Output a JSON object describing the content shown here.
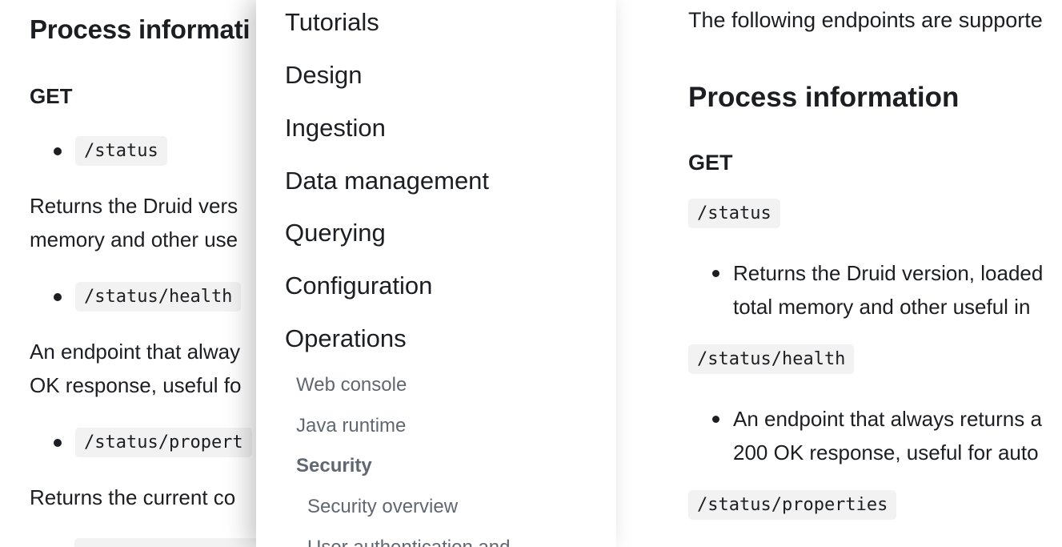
{
  "left_page": {
    "heading": "Process informati",
    "method": "GET",
    "endpoints": [
      {
        "code": "/status",
        "desc_line1": "Returns the Druid vers",
        "desc_line2": "memory and other use"
      },
      {
        "code": "/status/health",
        "desc_line1": "An endpoint that alway",
        "desc_line2": "OK response, useful fo"
      },
      {
        "code": "/status/propert",
        "desc_line1": "Returns the current co",
        "desc_line2": ""
      }
    ]
  },
  "sidebar": {
    "items": [
      {
        "label": "Tutorials",
        "icon": "chevron-right-icon"
      },
      {
        "label": "Design",
        "icon": "chevron-right-icon"
      },
      {
        "label": "Ingestion",
        "icon": "chevron-right-icon"
      },
      {
        "label": "Data management",
        "icon": "chevron-right-icon"
      },
      {
        "label": "Querying",
        "icon": "chevron-right-icon"
      },
      {
        "label": "Configuration",
        "icon": "chevron-right-icon"
      },
      {
        "label": "Operations",
        "icon": "chevron-down-icon"
      }
    ],
    "sub_items": [
      {
        "label": "Web console"
      },
      {
        "label": "Java runtime"
      },
      {
        "label": "Security"
      },
      {
        "label": "Security overview"
      },
      {
        "label": "User authentication and"
      }
    ]
  },
  "main": {
    "intro": "The following endpoints are supporte",
    "heading": "Process information",
    "method": "GET",
    "endpoints": [
      {
        "code": "/status",
        "desc_line1": "Returns the Druid version, loaded",
        "desc_line2": "total memory and other useful in"
      },
      {
        "code": "/status/health",
        "desc_line1": "An endpoint that always returns a",
        "desc_line2": "200 OK response, useful for auto"
      },
      {
        "code": "/status/properties"
      }
    ]
  },
  "colors": {
    "text": "#1c1e21",
    "muted": "#606770",
    "code_bg": "#f2f2f2"
  }
}
